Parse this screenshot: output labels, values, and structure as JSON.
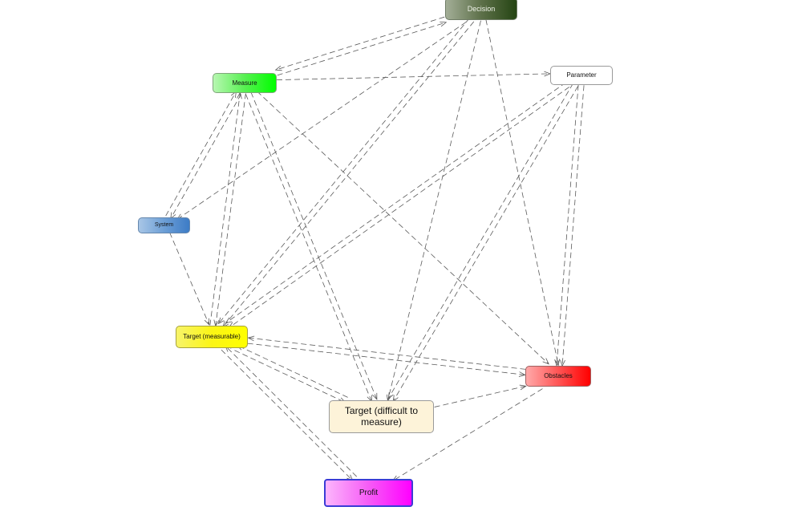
{
  "nodes": {
    "decision": "Decision",
    "measure": "Measure",
    "parameter": "Parameter",
    "system": "System",
    "target_measurable": "Target (measurable)",
    "obstacles": "Obstacles",
    "target_difficult": "Target (difficult to measure)",
    "profit": "Profit"
  },
  "edges": [
    [
      "measure",
      "decision"
    ],
    [
      "decision",
      "measure"
    ],
    [
      "measure",
      "parameter"
    ],
    [
      "decision",
      "system"
    ],
    [
      "decision",
      "target_measurable"
    ],
    [
      "decision",
      "target_measurable"
    ],
    [
      "decision",
      "target_difficult"
    ],
    [
      "decision",
      "obstacles"
    ],
    [
      "parameter",
      "target_measurable"
    ],
    [
      "parameter",
      "target_measurable"
    ],
    [
      "parameter",
      "target_difficult"
    ],
    [
      "parameter",
      "target_difficult"
    ],
    [
      "parameter",
      "obstacles"
    ],
    [
      "parameter",
      "obstacles"
    ],
    [
      "measure",
      "system"
    ],
    [
      "system",
      "measure"
    ],
    [
      "measure",
      "target_measurable"
    ],
    [
      "target_measurable",
      "measure"
    ],
    [
      "measure",
      "target_difficult"
    ],
    [
      "measure",
      "target_difficult"
    ],
    [
      "measure",
      "obstacles"
    ],
    [
      "system",
      "target_measurable"
    ],
    [
      "target_measurable",
      "obstacles"
    ],
    [
      "obstacles",
      "target_measurable"
    ],
    [
      "target_measurable",
      "target_difficult"
    ],
    [
      "target_difficult",
      "target_measurable"
    ],
    [
      "target_measurable",
      "profit"
    ],
    [
      "profit",
      "target_measurable"
    ],
    [
      "target_difficult",
      "obstacles"
    ],
    [
      "obstacles",
      "profit"
    ]
  ]
}
